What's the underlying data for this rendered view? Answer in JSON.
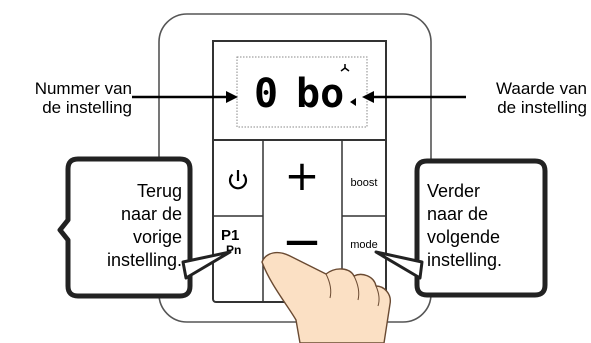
{
  "display": {
    "setting_number": "0",
    "setting_value": "bo"
  },
  "buttons": {
    "plus": "+",
    "minus": "—",
    "boost": "boost",
    "mode": "mode",
    "p1": "P1",
    "p1_sub": "Pn"
  },
  "labels": {
    "left_annotation": "Nummer van\nde instelling",
    "right_annotation": "Waarde van\nde instelling",
    "back_callout": "Terug\nnaar de\nvorige\ninstelling.",
    "next_callout": "Verder\nnaar de\nvolgende\ninstelling."
  },
  "icons": {
    "power": "power-icon",
    "fan": "fan-icon",
    "value_indicator": "speaker-indicator-icon",
    "hand": "pointing-hand-icon"
  },
  "colors": {
    "outline": "#000000",
    "panel_border": "#555555",
    "hand_fill": "#fbe0c4",
    "hand_stroke": "#6a4a32",
    "callout_fill": "#ffffff"
  }
}
